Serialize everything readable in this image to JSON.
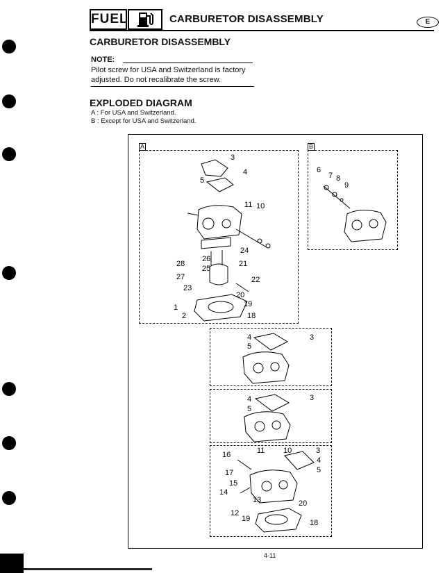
{
  "header": {
    "section_tab": "FUEL",
    "pump_icon": "fuel-pump-icon",
    "title": "CARBURETOR DISASSEMBLY",
    "language_badge": "E"
  },
  "page_title": "CARBURETOR DISASSEMBLY",
  "note": {
    "label": "NOTE:",
    "text": "Pilot screw for USA and Switzerland is factory adjusted. Do not recalibrate the screw."
  },
  "exploded": {
    "title": "EXPLODED DIAGRAM",
    "legend": [
      "A : For USA and Switzerland.",
      "B : Except for USA and Switzerland."
    ]
  },
  "diagram": {
    "box_a_tag": "A",
    "box_b_tag": "B",
    "part_labels_a": [
      "3",
      "4",
      "5",
      "11",
      "10",
      "24",
      "26",
      "28",
      "21",
      "25",
      "27",
      "22",
      "23",
      "20",
      "19",
      "1",
      "2",
      "18"
    ],
    "part_labels_b": [
      "6",
      "7",
      "8",
      "9"
    ],
    "part_labels_c1": [
      "4",
      "5",
      "3"
    ],
    "part_labels_c2": [
      "4",
      "5",
      "3"
    ],
    "part_labels_c3": [
      "16",
      "11",
      "10",
      "3",
      "4",
      "5",
      "17",
      "15",
      "14",
      "13",
      "12",
      "20",
      "19",
      "18"
    ]
  },
  "footer": {
    "page_number": "4-11"
  }
}
